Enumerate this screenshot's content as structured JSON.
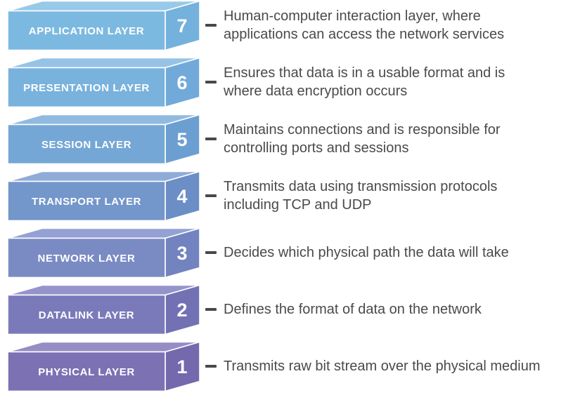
{
  "diagram": {
    "name": "OSI model layers",
    "text_color": "#4a4a4a",
    "dash_color": "#494949"
  },
  "layers": [
    {
      "number": "7",
      "label": "APPLICATION LAYER",
      "description": [
        "Human-computer interaction layer, where",
        "applications can access the network services"
      ],
      "colors": {
        "front": "#7CB9E1",
        "top": "#98C9E9",
        "side": "#74B1DD"
      }
    },
    {
      "number": "6",
      "label": "PRESENTATION LAYER",
      "description": [
        "Ensures that data is in a usable format and is",
        "where data encryption occurs"
      ],
      "colors": {
        "front": "#79B2DD",
        "top": "#95C3E6",
        "side": "#71AAD9"
      }
    },
    {
      "number": "5",
      "label": "SESSION LAYER",
      "description": [
        "Maintains connections and is responsible for",
        "controlling ports and sessions"
      ],
      "colors": {
        "front": "#74A7D5",
        "top": "#90BAE0",
        "side": "#6C9FD1"
      }
    },
    {
      "number": "4",
      "label": "TRANSPORT LAYER",
      "description": [
        "Transmits data using transmission protocols",
        "including TCP and UDP"
      ],
      "colors": {
        "front": "#7396CB",
        "top": "#8FABD8",
        "side": "#6B8EC6"
      }
    },
    {
      "number": "3",
      "label": "NETWORK LAYER",
      "description": [
        "Decides which physical path the data will take"
      ],
      "colors": {
        "front": "#7A8BC4",
        "top": "#94A1D2",
        "side": "#7283BF"
      }
    },
    {
      "number": "2",
      "label": "DATALINK LAYER",
      "description": [
        "Defines the format of data on the network"
      ],
      "colors": {
        "front": "#7A7ABA",
        "top": "#9594CA",
        "side": "#7271B4"
      }
    },
    {
      "number": "1",
      "label": "PHYSICAL LAYER",
      "description": [
        "Transmits raw bit stream over the physical medium"
      ],
      "colors": {
        "front": "#7C71B3",
        "top": "#968DC5",
        "side": "#7469AD"
      }
    }
  ]
}
